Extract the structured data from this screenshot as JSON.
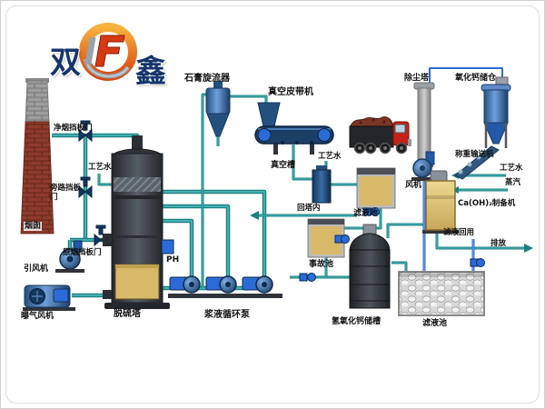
{
  "logo": {
    "char_left": "双",
    "char_right": "鑫"
  },
  "labels": {
    "chimney": "烟囱",
    "induced_fan": "引风机",
    "aeration_fan": "曝气风机",
    "clean_damper": "净烟挡板门",
    "process_water_left": "工艺水",
    "bypass_damper": "旁路挡板门",
    "raw_damper": "原烟挡板门",
    "desulf_tower": "脱硫塔",
    "ph_meter": "PH",
    "slurry_pumps": "浆液循环泵",
    "gypsum_cyclone": "石膏旋流器",
    "vacuum_belt": "真空皮带机",
    "vacuum_tank": "真空槽",
    "process_water_mid": "工艺水",
    "return_tower": "回塔内",
    "filtrate_pool_small": "滤液池",
    "accident_pool": "事故池",
    "caoh_storage": "氢氧化钙储槽",
    "filtrate_pool_large": "滤液池",
    "dust_tower": "除尘塔",
    "cao_silo": "氧化钙储仓",
    "fan": "风机",
    "weigh_conveyor": "称重输送机",
    "process_water_right": "工艺水",
    "steam": "蒸汽",
    "caoh_machine": "Ca(OH)₂制备机",
    "filtrate_reuse": "滤液回用",
    "discharge": "排放"
  },
  "colors": {
    "pipe_teal": "#1d8080",
    "pipe_highlight": "#49b6b6",
    "equipment_navy": "#1c3f66",
    "pump_blue": "#2b6bd8",
    "slurry_yellow": "#d8b96a",
    "chimney_brick_red": "#8e3b2c",
    "chimney_brick_gray": "#9e9e9e",
    "truck_red": "#c32318",
    "logo_orange": "#e8622a",
    "logo_navy": "#15356b"
  }
}
